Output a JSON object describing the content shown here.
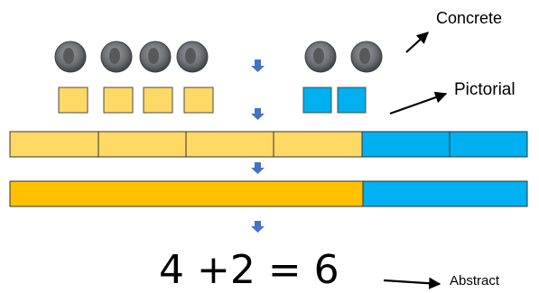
{
  "labels": {
    "concrete": "Concrete",
    "pictorial": "Pictorial",
    "abstract": "Abstract"
  },
  "equation": "4 +2 = 6",
  "model": {
    "part_a": 4,
    "part_b": 2,
    "total": 6
  },
  "colors": {
    "pictorial_yellow": "#ffd966",
    "pictorial_blue": "#00b0f0",
    "bar_orange": "#ffc000",
    "bar_blue": "#00b0f0",
    "arrow": "#4472c4",
    "coin": "#6e7276"
  },
  "icons": {
    "coin": "coin-icon",
    "down_arrow": "down-arrow-icon",
    "pointer_arrow": "pointer-arrow-icon"
  }
}
